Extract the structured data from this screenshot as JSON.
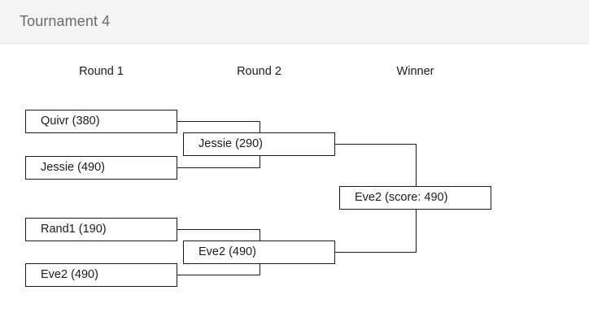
{
  "header": {
    "title": "Tournament 4"
  },
  "bracket": {
    "rounds": [
      {
        "label": "Round 1"
      },
      {
        "label": "Round 2"
      },
      {
        "label": "Winner"
      }
    ],
    "round1": {
      "match1": [
        {
          "label": "Quivr (380)"
        },
        {
          "label": "Jessie (490)"
        }
      ],
      "match2": [
        {
          "label": "Rand1 (190)"
        },
        {
          "label": "Eve2 (490)"
        }
      ]
    },
    "round2": {
      "match1": {
        "label": "Jessie (290)"
      },
      "match2": {
        "label": "Eve2 (490)"
      }
    },
    "winner": {
      "label": "Eve2 (score: 490)"
    }
  },
  "colors": {
    "header_background": "#f4f4f4",
    "header_text": "#6b6b6b",
    "line": "#1b1b1b",
    "page_background": "#ffffff",
    "divider": "#e4e4e4"
  }
}
